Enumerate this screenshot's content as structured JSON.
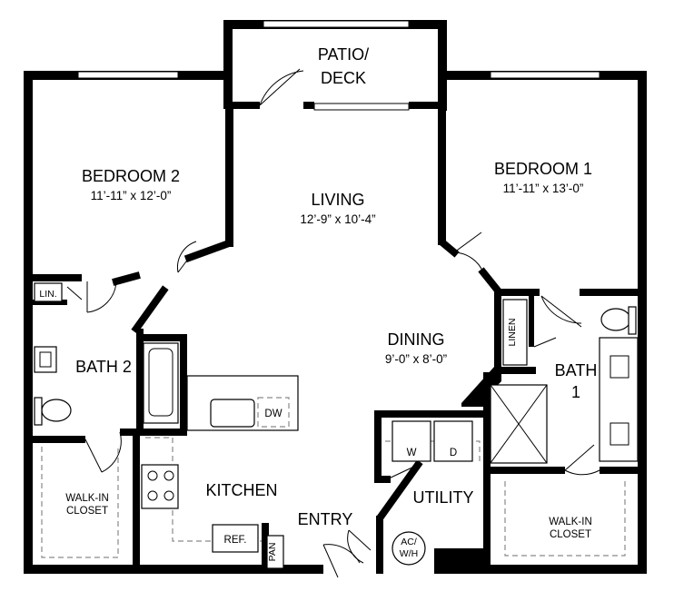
{
  "rooms": {
    "patio": {
      "line1": "PATIO/",
      "line2": "DECK"
    },
    "bedroom2": {
      "name": "BEDROOM 2",
      "dims": "11’-11” x 12’-0”"
    },
    "bedroom1": {
      "name": "BEDROOM 1",
      "dims": "11’-11” x 13’-0”"
    },
    "living": {
      "name": "LIVING",
      "dims": "12’-9” x 10’-4”"
    },
    "dining": {
      "name": "DINING",
      "dims": "9’-0” x 8’-0”"
    },
    "bath2": {
      "name": "BATH 2"
    },
    "bath1": {
      "line1": "BATH",
      "line2": "1"
    },
    "kitchen": {
      "name": "KITCHEN"
    },
    "entry": {
      "name": "ENTRY"
    },
    "utility": {
      "name": "UTILITY"
    },
    "walkin_closet_left": {
      "line1": "WALK-IN",
      "line2": "CLOSET"
    },
    "walkin_closet_right": {
      "line1": "WALK-IN",
      "line2": "CLOSET"
    }
  },
  "fixtures": {
    "linen_left": "LIN.",
    "linen_right": "LINEN",
    "dishwasher": "DW",
    "washer": "W",
    "dryer": "D",
    "refrigerator": "REF.",
    "pantry": "PAN",
    "ac_wh_line1": "AC/",
    "ac_wh_line2": "W/H"
  }
}
